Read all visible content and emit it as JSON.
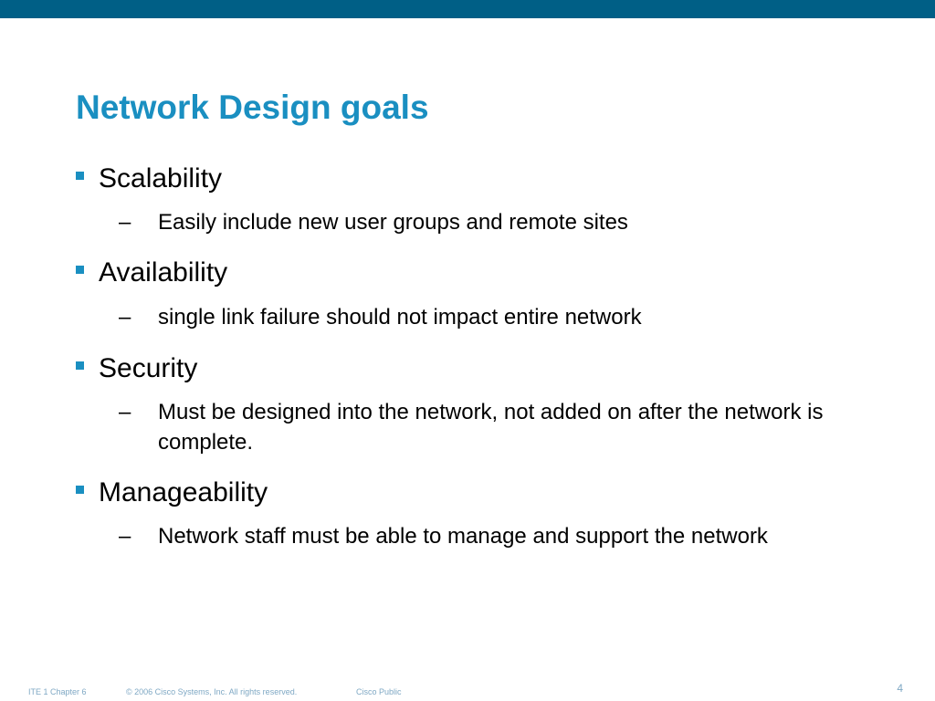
{
  "slide": {
    "title": "Network Design goals",
    "bullets": [
      {
        "text": "Scalability",
        "sub": "Easily include new user groups and remote sites"
      },
      {
        "text": "Availability",
        "sub": "single link failure should not impact entire network"
      },
      {
        "text": "Security",
        "sub": "Must be designed into the network, not added on after the network is complete."
      },
      {
        "text": "Manageability",
        "sub": "Network staff must be able to manage and support the network"
      }
    ],
    "dash": "–"
  },
  "footer": {
    "chapter": "ITE 1 Chapter 6",
    "copyright": "© 2006 Cisco Systems, Inc. All rights reserved.",
    "classification": "Cisco Public",
    "page_number": "4"
  },
  "colors": {
    "top_bar": "#005f86",
    "title": "#1a8fc1",
    "bullet_marker": "#1a8fc1",
    "footer_text": "#7fa8c4"
  }
}
